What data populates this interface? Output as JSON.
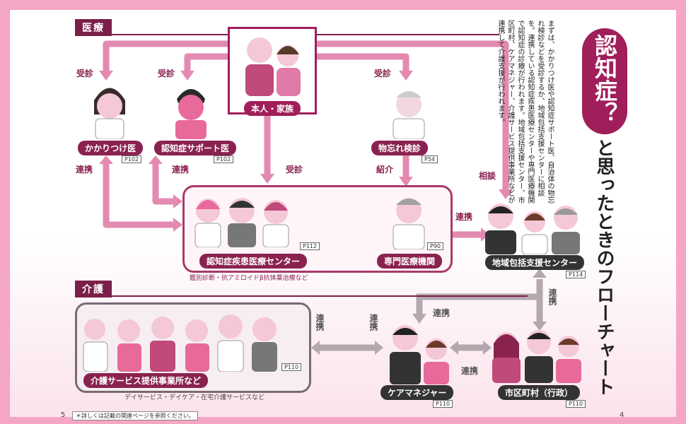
{
  "sections": {
    "medical": "医療",
    "care": "介護"
  },
  "title": {
    "highlight": "認知症？",
    "rest": "と思ったときのフローチャート"
  },
  "intro": "まずは、かかりつけ医や認知症サポート医、自治体の物忘れ検診などを受診するか、地域包括支援センターに相談を。連携している認知症疾患医療センターや専門医療機関で認知症の診療が行われます。地域包括支援センター、市区町村、ケアマネジャー、介護サービス提供事業所などが連携して介護支援が行われます。",
  "nodes": {
    "self_family": "本人・家族",
    "family_doctor": {
      "label": "かかりつけ医",
      "page": "P102"
    },
    "support_doctor": {
      "label": "認知症サポート医",
      "page": "P102"
    },
    "memory_check": {
      "label": "物忘れ検診",
      "page": "P54"
    },
    "dementia_center": {
      "label": "認知症疾患医療センター",
      "page": "P112"
    },
    "specialist": {
      "label": "専門医療機関",
      "page": "P90"
    },
    "community_center": {
      "label": "地域包括支援センター",
      "page": "P114"
    },
    "care_providers": {
      "label": "介護サービス提供事業所など",
      "page": "P110"
    },
    "care_manager": {
      "label": "ケアマネジャー",
      "page": "P110"
    },
    "municipality": {
      "label": "市区町村（行政）",
      "page": "P110"
    }
  },
  "edges": {
    "visit": "受診",
    "link": "連携",
    "refer": "紹介",
    "consult": "相談"
  },
  "notes": {
    "center_note": "鑑別診断・抗アミロイドβ抗体薬治療など",
    "care_note": "デイサービス・デイケア・在宅介護サービスなど",
    "footer": "＊詳しくは記載の関連ページを参照ください。"
  },
  "page_numbers": {
    "left": "5",
    "right": "4"
  },
  "colors": {
    "frame": "#f4a6c4",
    "accent": "#a01e5a",
    "arrow": "#e38ab0",
    "gray_arrow": "#b4a8ae"
  }
}
